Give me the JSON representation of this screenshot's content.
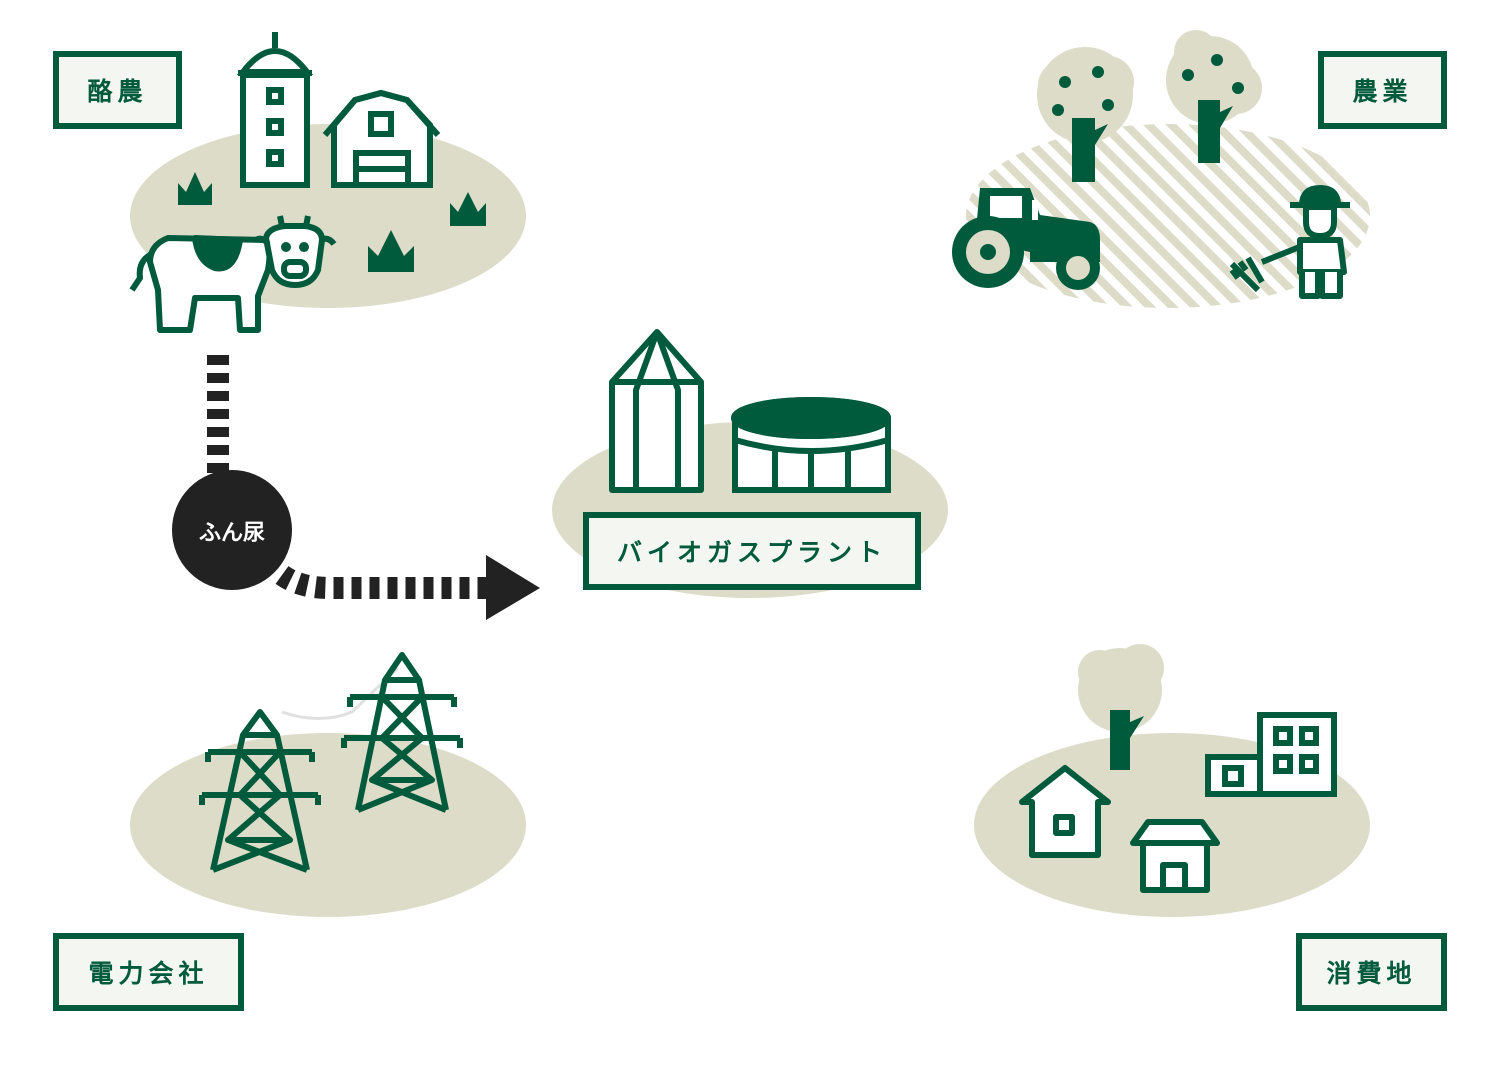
{
  "labels": {
    "dairy": "酪農",
    "agriculture": "農業",
    "power_company": "電力会社",
    "consumers": "消費地",
    "manure": "ふん尿",
    "biogas_plant": "バイオガスプラント"
  },
  "colors": {
    "primary_green": "#005a3c",
    "ground_beige": "#dcdcc9",
    "label_fill": "#f4f6f2",
    "arrow_dark": "#222222"
  },
  "icons": [
    "silo-icon",
    "barn-icon",
    "cow-icon",
    "grass-icon",
    "tree-icon",
    "tractor-icon",
    "farmer-icon",
    "digester-icon",
    "gas-tank-icon",
    "power-tower-icon",
    "house-icon",
    "building-icon"
  ]
}
